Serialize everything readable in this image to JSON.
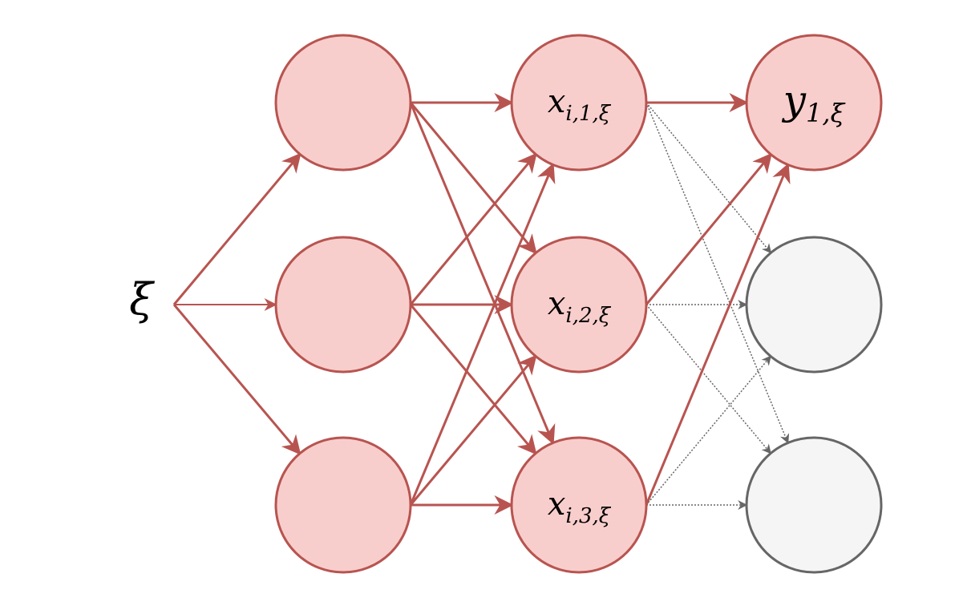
{
  "input": {
    "symbol": "ξ"
  },
  "nodes": {
    "hidden": [
      {
        "id": "h1",
        "main": "",
        "sub": ""
      },
      {
        "id": "h2",
        "main": "",
        "sub": ""
      },
      {
        "id": "h3",
        "main": "",
        "sub": ""
      }
    ],
    "middle": [
      {
        "id": "m1",
        "main": "x",
        "sub": "i,1,ξ"
      },
      {
        "id": "m2",
        "main": "x",
        "sub": "i,2,ξ"
      },
      {
        "id": "m3",
        "main": "x",
        "sub": "i,3,ξ"
      }
    ],
    "output": [
      {
        "id": "o1",
        "main": "y",
        "sub": "1,ξ",
        "active": true
      },
      {
        "id": "o2",
        "main": "",
        "sub": "",
        "active": false
      },
      {
        "id": "o3",
        "main": "",
        "sub": "",
        "active": false
      }
    ]
  },
  "edges": {
    "input_to_hidden": [
      "h1",
      "h2",
      "h3"
    ],
    "hidden_to_middle": "all",
    "middle_to_output_active": "o1",
    "middle_to_output_inactive": [
      "o2",
      "o3"
    ]
  },
  "colors": {
    "active_fill": "#f8cecc",
    "active_stroke": "#b85450",
    "inactive_fill": "#f5f5f5",
    "inactive_stroke": "#666666"
  }
}
